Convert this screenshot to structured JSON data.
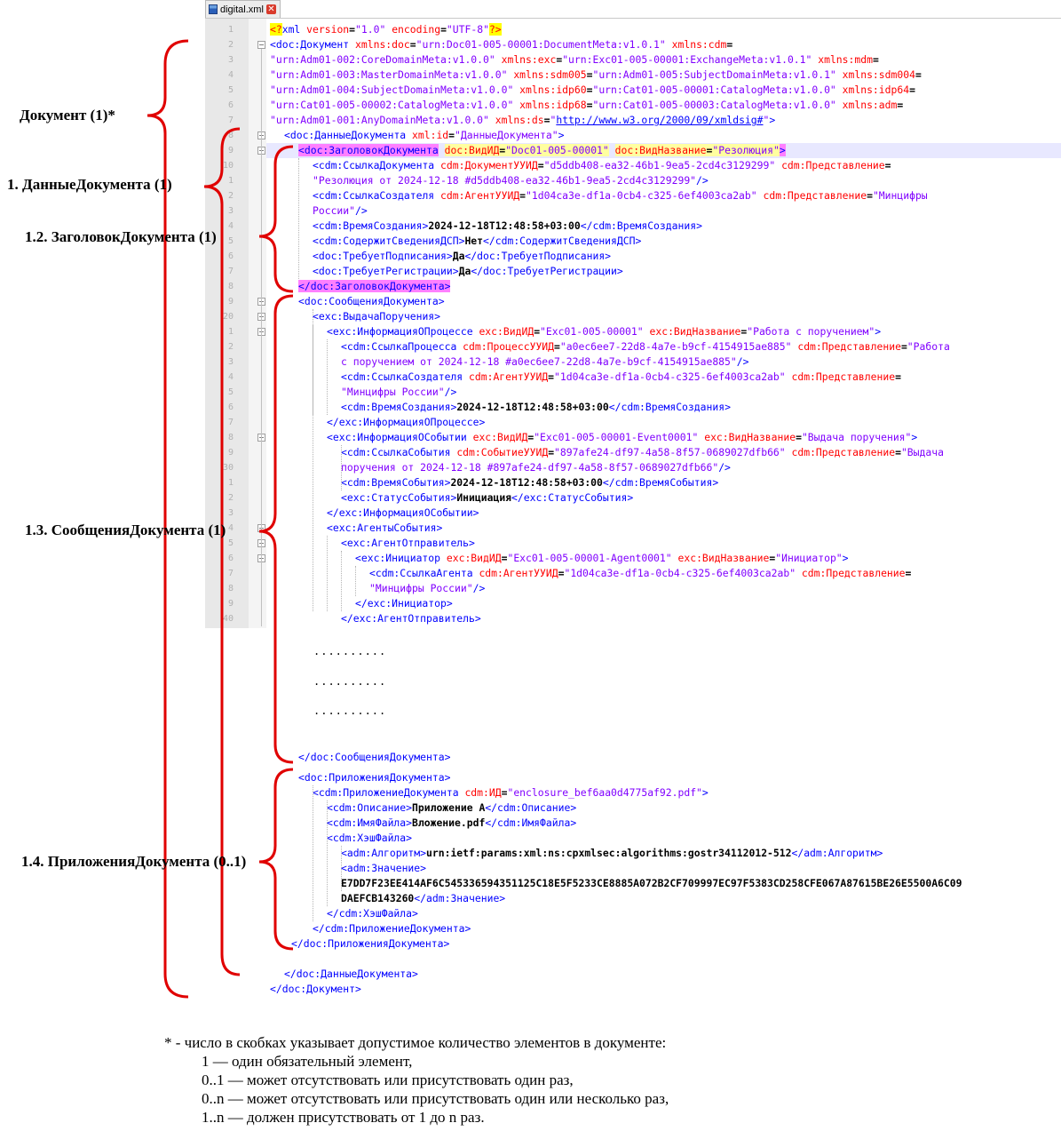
{
  "tab": {
    "filename": "digital.xml",
    "close_glyph": "✕",
    "icons": [
      "file-icon",
      "close-icon"
    ]
  },
  "colors": {
    "tag": "#0000ff",
    "attribute": "#ff0000",
    "value": "#8000ff",
    "brace": "#e00000",
    "tag_highlight": "#ff80ff",
    "pi_highlight": "#ffff00"
  },
  "code_lines": [
    [
      [
        "pi",
        "<?"
      ],
      [
        "tg",
        "xml "
      ],
      [
        "at",
        "version"
      ],
      [
        "tx",
        "="
      ],
      [
        "vl",
        "\"1.0\" "
      ],
      [
        "at",
        "encoding"
      ],
      [
        "tx",
        "="
      ],
      [
        "vl",
        "\"UTF-8\""
      ],
      [
        "pi",
        "?>"
      ]
    ],
    [
      [
        "tg",
        "<doc:Документ "
      ],
      [
        "at",
        "xmlns:doc"
      ],
      [
        "tx",
        "="
      ],
      [
        "vl",
        "\"urn:Doc01-005-00001:DocumentMeta:v1.0.1\" "
      ],
      [
        "at",
        "xmlns:cdm"
      ],
      [
        "tx",
        "="
      ]
    ],
    [
      [
        "vl",
        "\"urn:Adm01-002:CoreDomainMeta:v1.0.0\" "
      ],
      [
        "at",
        "xmlns:exc"
      ],
      [
        "tx",
        "="
      ],
      [
        "vl",
        "\"urn:Exc01-005-00001:ExchangeMeta:v1.0.1\" "
      ],
      [
        "at",
        "xmlns:mdm"
      ],
      [
        "tx",
        "="
      ]
    ],
    [
      [
        "vl",
        "\"urn:Adm01-003:MasterDomainMeta:v1.0.0\" "
      ],
      [
        "at",
        "xmlns:sdm005"
      ],
      [
        "tx",
        "="
      ],
      [
        "vl",
        "\"urn:Adm01-005:SubjectDomainMeta:v1.0.1\" "
      ],
      [
        "at",
        "xmlns:sdm004"
      ],
      [
        "tx",
        "="
      ]
    ],
    [
      [
        "vl",
        "\"urn:Adm01-004:SubjectDomainMeta:v1.0.0\" "
      ],
      [
        "at",
        "xmlns:idp60"
      ],
      [
        "tx",
        "="
      ],
      [
        "vl",
        "\"urn:Cat01-005-00001:CatalogMeta:v1.0.0\" "
      ],
      [
        "at",
        "xmlns:idp64"
      ],
      [
        "tx",
        "="
      ]
    ],
    [
      [
        "vl",
        "\"urn:Cat01-005-00002:CatalogMeta:v1.0.0\" "
      ],
      [
        "at",
        "xmlns:idp68"
      ],
      [
        "tx",
        "="
      ],
      [
        "vl",
        "\"urn:Cat01-005-00003:CatalogMeta:v1.0.0\" "
      ],
      [
        "at",
        "xmlns:adm"
      ],
      [
        "tx",
        "="
      ]
    ],
    [
      [
        "vl",
        "\"urn:Adm01-001:AnyDomainMeta:v1.0.0\" "
      ],
      [
        "at",
        "xmlns:ds"
      ],
      [
        "tx",
        "="
      ],
      [
        "vl",
        "\""
      ],
      [
        "lk",
        "http://www.w3.org/2000/09/xmldsig#"
      ],
      [
        "vl",
        "\""
      ],
      [
        "tg",
        ">"
      ]
    ],
    [
      [
        "tg",
        "<doc:ДанныеДокумента "
      ],
      [
        "at",
        "xml:id"
      ],
      [
        "tx",
        "="
      ],
      [
        "vl",
        "\"ДанныеДокумента\""
      ],
      [
        "tg",
        ">"
      ]
    ],
    [
      [
        "hltag",
        "<doc:ЗаголовокДокумента"
      ],
      [
        "tg",
        " "
      ],
      [
        "hlattr-at",
        "doc:ВидИД"
      ],
      [
        "hlattr-tx",
        "="
      ],
      [
        "hlattr-vl",
        "\"Doc01-005-00001\""
      ],
      [
        "tg",
        " "
      ],
      [
        "hlattr-at",
        "doc:ВидНазвание"
      ],
      [
        "hlattr-tx",
        "="
      ],
      [
        "hlattr-vl",
        "\"Резолюция\""
      ],
      [
        "hltag",
        ">"
      ]
    ],
    [
      [
        "tg",
        "<cdm:СсылкаДокумента "
      ],
      [
        "at",
        "cdm:ДокументУУИД"
      ],
      [
        "tx",
        "="
      ],
      [
        "vl",
        "\"d5ddb408-ea32-46b1-9ea5-2cd4c3129299\" "
      ],
      [
        "at",
        "cdm:Представление"
      ],
      [
        "tx",
        "="
      ]
    ],
    [
      [
        "vl",
        "\"Резолюция от 2024-12-18 #d5ddb408-ea32-46b1-9ea5-2cd4c3129299\""
      ],
      [
        "tg",
        "/>"
      ]
    ],
    [
      [
        "tg",
        "<cdm:СсылкаСоздателя "
      ],
      [
        "at",
        "cdm:АгентУУИД"
      ],
      [
        "tx",
        "="
      ],
      [
        "vl",
        "\"1d04ca3e-df1a-0cb4-c325-6ef4003ca2ab\" "
      ],
      [
        "at",
        "cdm:Представление"
      ],
      [
        "tx",
        "="
      ],
      [
        "vl",
        "\"Минцифры"
      ]
    ],
    [
      [
        "vl",
        "России\""
      ],
      [
        "tg",
        "/>"
      ]
    ],
    [
      [
        "tg",
        "<cdm:ВремяСоздания>"
      ],
      [
        "tx",
        "2024-12-18T12:48:58+03:00"
      ],
      [
        "tg",
        "</cdm:ВремяСоздания>"
      ]
    ],
    [
      [
        "tg",
        "<cdm:СодержитСведенияДСП>"
      ],
      [
        "tx",
        "Нет"
      ],
      [
        "tg",
        "</cdm:СодержитСведенияДСП>"
      ]
    ],
    [
      [
        "tg",
        "<doc:ТребуетПодписания>"
      ],
      [
        "tx",
        "Да"
      ],
      [
        "tg",
        "</doc:ТребуетПодписания>"
      ]
    ],
    [
      [
        "tg",
        "<doc:ТребуетРегистрации>"
      ],
      [
        "tx",
        "Да"
      ],
      [
        "tg",
        "</doc:ТребуетРегистрации>"
      ]
    ],
    [
      [
        "hltag",
        "</doc:ЗаголовокДокумента>"
      ]
    ],
    [
      [
        "tg",
        "<doc:СообщенияДокумента>"
      ]
    ],
    [
      [
        "tg",
        "<exc:ВыдачаПоручения>"
      ]
    ],
    [
      [
        "tg",
        "<exc:ИнформацияОПроцессе "
      ],
      [
        "at",
        "exc:ВидИД"
      ],
      [
        "tx",
        "="
      ],
      [
        "vl",
        "\"Exc01-005-00001\" "
      ],
      [
        "at",
        "exc:ВидНазвание"
      ],
      [
        "tx",
        "="
      ],
      [
        "vl",
        "\"Работа с поручением\""
      ],
      [
        "tg",
        ">"
      ]
    ],
    [
      [
        "tg",
        "<cdm:СсылкаПроцесса "
      ],
      [
        "at",
        "cdm:ПроцессУУИД"
      ],
      [
        "tx",
        "="
      ],
      [
        "vl",
        "\"a0ec6ee7-22d8-4a7e-b9cf-4154915ae885\" "
      ],
      [
        "at",
        "cdm:Представление"
      ],
      [
        "tx",
        "="
      ],
      [
        "vl",
        "\"Работа"
      ]
    ],
    [
      [
        "vl",
        "с поручением от 2024-12-18 #a0ec6ee7-22d8-4a7e-b9cf-4154915ae885\""
      ],
      [
        "tg",
        "/>"
      ]
    ],
    [
      [
        "tg",
        "<cdm:СсылкаСоздателя "
      ],
      [
        "at",
        "cdm:АгентУУИД"
      ],
      [
        "tx",
        "="
      ],
      [
        "vl",
        "\"1d04ca3e-df1a-0cb4-c325-6ef4003ca2ab\" "
      ],
      [
        "at",
        "cdm:Представление"
      ],
      [
        "tx",
        "="
      ]
    ],
    [
      [
        "vl",
        "\"Минцифры России\""
      ],
      [
        "tg",
        "/>"
      ]
    ],
    [
      [
        "tg",
        "<cdm:ВремяСоздания>"
      ],
      [
        "tx",
        "2024-12-18T12:48:58+03:00"
      ],
      [
        "tg",
        "</cdm:ВремяСоздания>"
      ]
    ],
    [
      [
        "tg",
        "</exc:ИнформацияОПроцессе>"
      ]
    ],
    [
      [
        "tg",
        "<exc:ИнформацияОСобытии "
      ],
      [
        "at",
        "exc:ВидИД"
      ],
      [
        "tx",
        "="
      ],
      [
        "vl",
        "\"Exc01-005-00001-Event0001\" "
      ],
      [
        "at",
        "exc:ВидНазвание"
      ],
      [
        "tx",
        "="
      ],
      [
        "vl",
        "\"Выдача поручения\""
      ],
      [
        "tg",
        ">"
      ]
    ],
    [
      [
        "tg",
        "<cdm:СсылкаСобытия "
      ],
      [
        "at",
        "cdm:СобытиеУУИД"
      ],
      [
        "tx",
        "="
      ],
      [
        "vl",
        "\"897afe24-df97-4a58-8f57-0689027dfb66\" "
      ],
      [
        "at",
        "cdm:Представление"
      ],
      [
        "tx",
        "="
      ],
      [
        "vl",
        "\"Выдача"
      ]
    ],
    [
      [
        "vl",
        "поручения от 2024-12-18 #897afe24-df97-4a58-8f57-0689027dfb66\""
      ],
      [
        "tg",
        "/>"
      ]
    ],
    [
      [
        "tg",
        "<cdm:ВремяСобытия>"
      ],
      [
        "tx",
        "2024-12-18T12:48:58+03:00"
      ],
      [
        "tg",
        "</cdm:ВремяСобытия>"
      ]
    ],
    [
      [
        "tg",
        "<exc:СтатусСобытия>"
      ],
      [
        "tx",
        "Инициация"
      ],
      [
        "tg",
        "</exc:СтатусСобытия>"
      ]
    ],
    [
      [
        "tg",
        "</exc:ИнформацияОСобытии>"
      ]
    ],
    [
      [
        "tg",
        "<exc:АгентыСобытия>"
      ]
    ],
    [
      [
        "tg",
        "<exc:АгентОтправитель>"
      ]
    ],
    [
      [
        "tg",
        "<exc:Инициатор "
      ],
      [
        "at",
        "exc:ВидИД"
      ],
      [
        "tx",
        "="
      ],
      [
        "vl",
        "\"Exc01-005-00001-Agent0001\" "
      ],
      [
        "at",
        "exc:ВидНазвание"
      ],
      [
        "tx",
        "="
      ],
      [
        "vl",
        "\"Инициатор\""
      ],
      [
        "tg",
        ">"
      ]
    ],
    [
      [
        "tg",
        "<cdm:СсылкаАгента "
      ],
      [
        "at",
        "cdm:АгентУУИД"
      ],
      [
        "tx",
        "="
      ],
      [
        "vl",
        "\"1d04ca3e-df1a-0cb4-c325-6ef4003ca2ab\" "
      ],
      [
        "at",
        "cdm:Представление"
      ],
      [
        "tx",
        "="
      ]
    ],
    [
      [
        "vl",
        "\"Минцифры России\""
      ],
      [
        "tg",
        "/>"
      ]
    ],
    [
      [
        "tg",
        "</exc:Инициатор>"
      ]
    ],
    [
      [
        "tg",
        "</exc:АгентОтправитель>"
      ]
    ],
    [
      [
        "tg",
        "</doc:СообщенияДокумента>"
      ]
    ],
    [
      [
        "tg",
        "<doc:ПриложенияДокумента>"
      ]
    ],
    [
      [
        "tg",
        "<cdm:ПриложениеДокумента "
      ],
      [
        "at",
        "cdm:ИД"
      ],
      [
        "tx",
        "="
      ],
      [
        "vl",
        "\"enclosure_bef6aa0d4775af92.pdf\""
      ],
      [
        "tg",
        ">"
      ]
    ],
    [
      [
        "tg",
        "<cdm:Описание>"
      ],
      [
        "tx",
        "Приложение А"
      ],
      [
        "tg",
        "</cdm:Описание>"
      ]
    ],
    [
      [
        "tg",
        "<cdm:ИмяФайла>"
      ],
      [
        "tx",
        "Вложение.pdf"
      ],
      [
        "tg",
        "</cdm:ИмяФайла>"
      ]
    ],
    [
      [
        "tg",
        "<cdm:ХэшФайла>"
      ]
    ],
    [
      [
        "tg",
        "<adm:Алгоритм>"
      ],
      [
        "tx",
        "urn:ietf:params:xml:ns:cpxmlsec:algorithms:gostr34112012-512"
      ],
      [
        "tg",
        "</adm:Алгоритм>"
      ]
    ],
    [
      [
        "tg",
        "<adm:Значение>"
      ]
    ],
    [
      [
        "tx",
        "E7DD7F23EE414AF6C545336594351125C18E5F5233CE8885A072B2CF709997EC97F5383CD258CFE067A87615BE26E5500A6C09"
      ]
    ],
    [
      [
        "tx",
        "DAEFCB143260"
      ],
      [
        "tg",
        "</adm:Значение>"
      ]
    ],
    [
      [
        "tg",
        "</cdm:ХэшФайла>"
      ]
    ],
    [
      [
        "tg",
        "</cdm:ПриложениеДокумента>"
      ]
    ],
    [
      [
        "tg",
        "</doc:ПриложенияДокумента>"
      ]
    ],
    [
      [
        "tg",
        "</doc:ДанныеДокумента>"
      ]
    ],
    [
      [
        "tg",
        "</doc:Документ>"
      ]
    ]
  ],
  "ellipsis": [
    "..........",
    "..........",
    ".........."
  ],
  "labels": {
    "document": "Документ (1)*",
    "document_data": "1. ДанныеДокумента (1)",
    "header": "1.2. ЗаголовокДокумента (1)",
    "messages": "1.3. СообщенияДокумента (1)",
    "attachments": "1.4. ПриложенияДокумента (0..1)"
  },
  "legend": {
    "title": "* - число в скобках указывает допустимое количество элементов в документе:",
    "items": [
      "1 — один обязательный элемент,",
      "0..1 — может отсутствовать или присутствовать один раз,",
      "0..n — может отсутствовать или присутствовать один или несколько раз,",
      "1..n — должен присутствовать от 1 до n раз."
    ]
  }
}
